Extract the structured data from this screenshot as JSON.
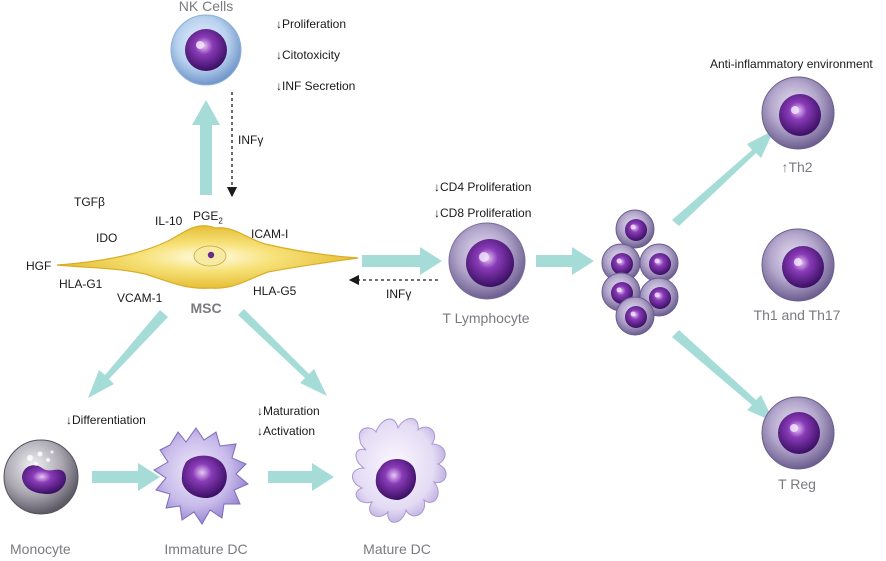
{
  "cells": {
    "nk_cells": "NK Cells",
    "msc": "MSC",
    "t_lymphocyte": "T Lymphocyte",
    "monocyte": "Monocyte",
    "immature_dc": "Immature DC",
    "mature_dc": "Mature DC",
    "th2": "Th2",
    "th1_th17": "Th1 and Th17",
    "treg": "T Reg"
  },
  "nk_effects": [
    "Proliferation",
    "Citotoxicity",
    "INF Secretion"
  ],
  "t_effects": [
    "CD4 Proliferation",
    "CD8 Proliferation"
  ],
  "dc_effects": [
    "Maturation",
    "Activation"
  ],
  "monocyte_effect": "Differentiation",
  "msc_factors": {
    "tgf": "TGFβ",
    "il10": "IL-10",
    "pge2_main": "PGE",
    "pge2_sub": "2",
    "ido": "IDO",
    "icam": "ICAM-I",
    "hgf": "HGF",
    "hla_g1": "HLA-G1",
    "vcam": "VCAM-1",
    "hla_g5": "HLA-G5"
  },
  "inf_gamma": "INFγ",
  "environment": "Anti-inflammatory environment",
  "arrows": {
    "down": "↓",
    "up": "↑"
  },
  "colors": {
    "arrow_fill": "#a6dcd8",
    "cell_membrane": "#7a6e9b",
    "nucleus": "#5a1a8c",
    "msc_body": "#f0d247",
    "nk_membrane": "#a9c7ea",
    "dc_membrane": "#b7a8e3",
    "label_gray": "#7a7a80"
  }
}
